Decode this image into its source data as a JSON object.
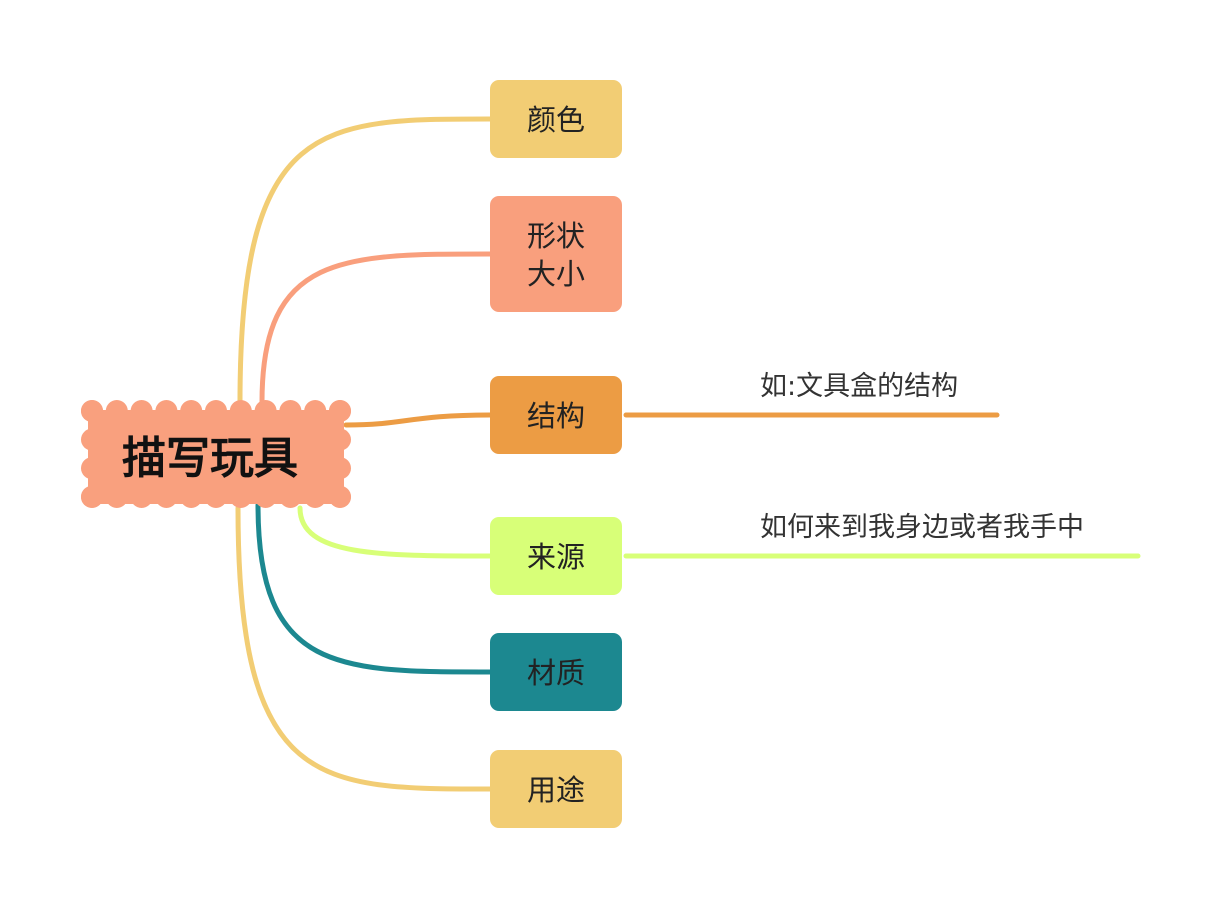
{
  "central": {
    "label": "描写玩具",
    "color": "#F9A07E"
  },
  "branches": [
    {
      "id": "color",
      "lines": [
        "颜色"
      ],
      "color": "#F2CD74",
      "sub": ""
    },
    {
      "id": "shape",
      "lines": [
        "形状",
        "大小"
      ],
      "color": "#F99F7D",
      "sub": ""
    },
    {
      "id": "structure",
      "lines": [
        "结构"
      ],
      "color": "#EC9C44",
      "sub": "如:文具盒的结构"
    },
    {
      "id": "source",
      "lines": [
        "来源"
      ],
      "color": "#D8FF78",
      "sub": "如何来到我身边或者我手中"
    },
    {
      "id": "material",
      "lines": [
        "材质"
      ],
      "color": "#1C8890",
      "sub": ""
    },
    {
      "id": "use",
      "lines": [
        "用途"
      ],
      "color": "#F2CD74",
      "sub": ""
    }
  ]
}
